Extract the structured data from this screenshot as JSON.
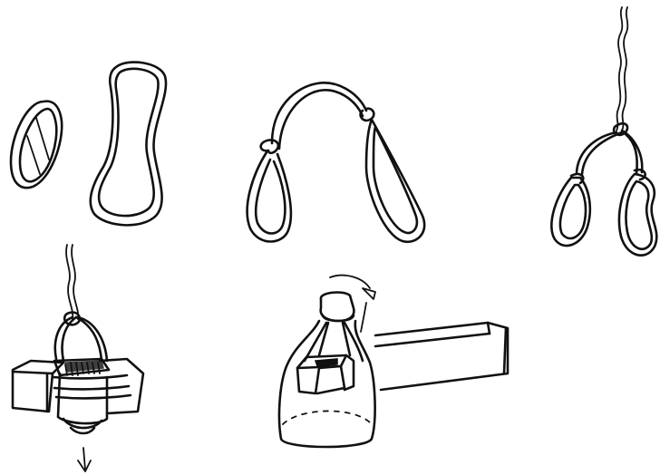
{
  "figure": {
    "panels": [
      {
        "id": "rubber-bands",
        "icons": [
          "rubber-band-loop-icon",
          "rubber-band-stretched-icon"
        ]
      },
      {
        "id": "bands-knotted-together",
        "icons": [
          "knotted-bands-icon"
        ]
      },
      {
        "id": "bands-hung-from-string",
        "icons": [
          "hanging-bands-icon"
        ]
      },
      {
        "id": "eraser-in-sling",
        "icons": [
          "eraser-in-sling-icon",
          "down-arrow-icon"
        ]
      },
      {
        "id": "bottle-on-table",
        "icons": [
          "bottle-icon",
          "rotation-arrow-icon",
          "table-icon"
        ]
      }
    ],
    "ink_color": "#111111",
    "background": "#ffffff"
  }
}
